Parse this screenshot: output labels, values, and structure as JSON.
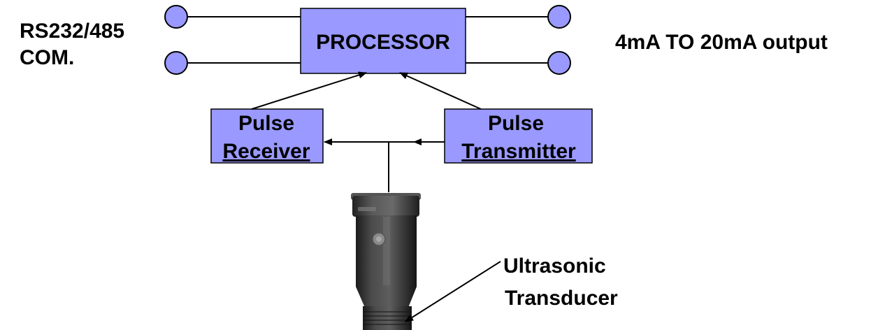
{
  "labels": {
    "left_port_line1": "RS232/485",
    "left_port_line2": "COM.",
    "right_port": "4mA TO 20mA output",
    "transducer_line1": "Ultrasonic",
    "transducer_line2": "Transducer"
  },
  "blocks": {
    "processor": "PROCESSOR",
    "receiver_line1": "Pulse",
    "receiver_line2": "Receiver",
    "transmitter_line1": "Pulse",
    "transmitter_line2": "Transmitter"
  },
  "colors": {
    "block_fill": "#9999ff",
    "terminal_fill": "#9999ff",
    "stroke": "#000000",
    "sensor_body": "#3a3a3a"
  }
}
